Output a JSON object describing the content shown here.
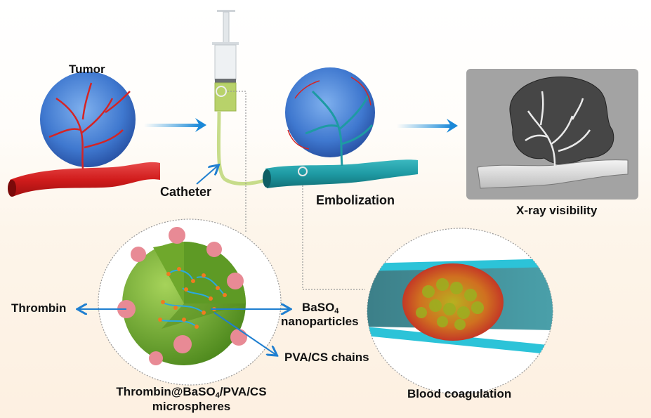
{
  "labels": {
    "tumor": "Tumor",
    "catheter": "Catheter",
    "embolization": "Embolization",
    "xray": "X-ray visibility",
    "thrombin": "Thrombin",
    "baso4_main": "BaSO",
    "baso4_sub": "4",
    "nanoparticles": "nanoparticles",
    "pva_cs_chains": "PVA/CS chains",
    "microsphere_line1_a": "Thrombin@BaSO",
    "microsphere_line1_sub": "4",
    "microsphere_line1_b": "/PVA/CS",
    "microsphere_line2": "microspheres",
    "blood_coagulation": "Blood coagulation"
  },
  "colors": {
    "arrow_blue": "#1f7fd0",
    "vessel_red": "#d42020",
    "vessel_teal": "#1f9aa3",
    "tumor_blue": "#4a86d8",
    "catheter_green": "#c5d98a",
    "microsphere_green": "#7cb334",
    "thrombin_pink": "#e88a95",
    "xray_panel": "#a3a3a3",
    "xray_tumor": "#464646"
  }
}
